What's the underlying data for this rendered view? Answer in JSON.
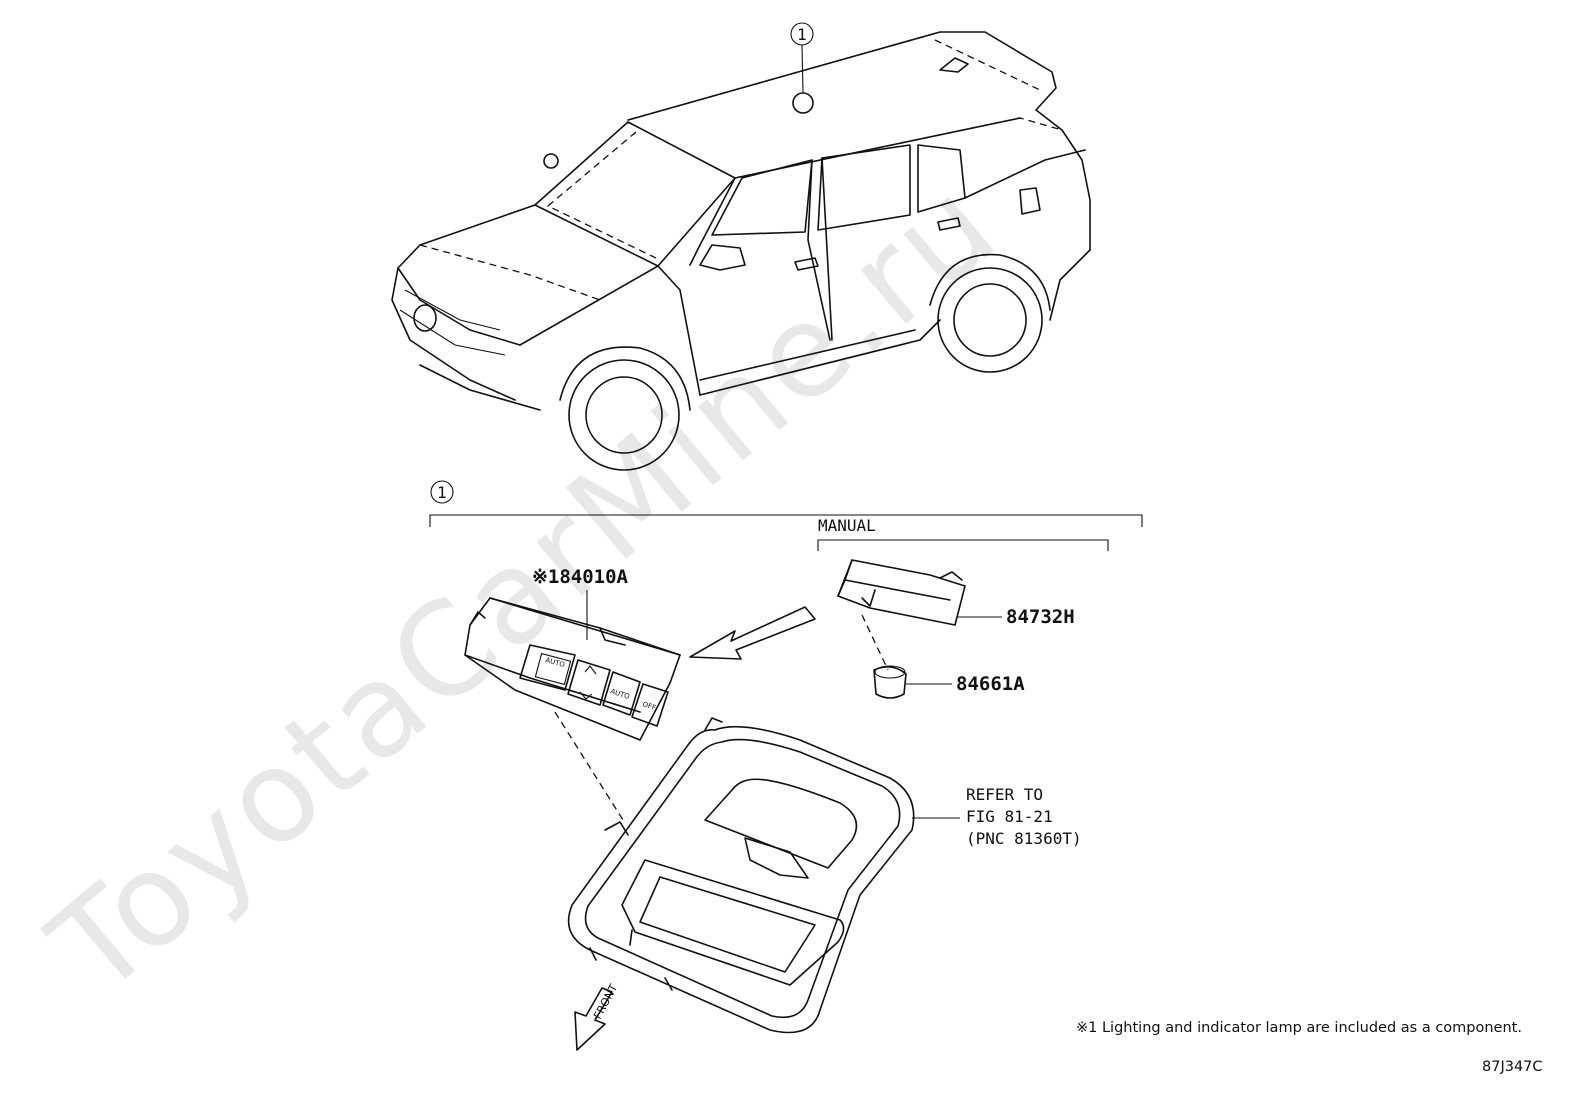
{
  "watermark": "ToyotaCarMine.ru",
  "callout_number": "1",
  "group_label": "MANUAL",
  "parts": {
    "control_unit": "※184010A",
    "manual_switch": "84732H",
    "bulb": "84661A"
  },
  "switch_faces": {
    "auto_top": "AUTO",
    "auto": "AUTO",
    "off": "OFF"
  },
  "refer": {
    "line1": "REFER TO",
    "line2": "FIG 81-21",
    "line3": "(PNC 81360T)"
  },
  "front_label": "FRONT",
  "footnote": "※1 Lighting and indicator lamp are included as a component.",
  "figure_code": "87J347C",
  "icons": [
    "front-direction-arrow-icon",
    "assembly-direction-arrow-icon",
    "callout-circle-icon"
  ]
}
